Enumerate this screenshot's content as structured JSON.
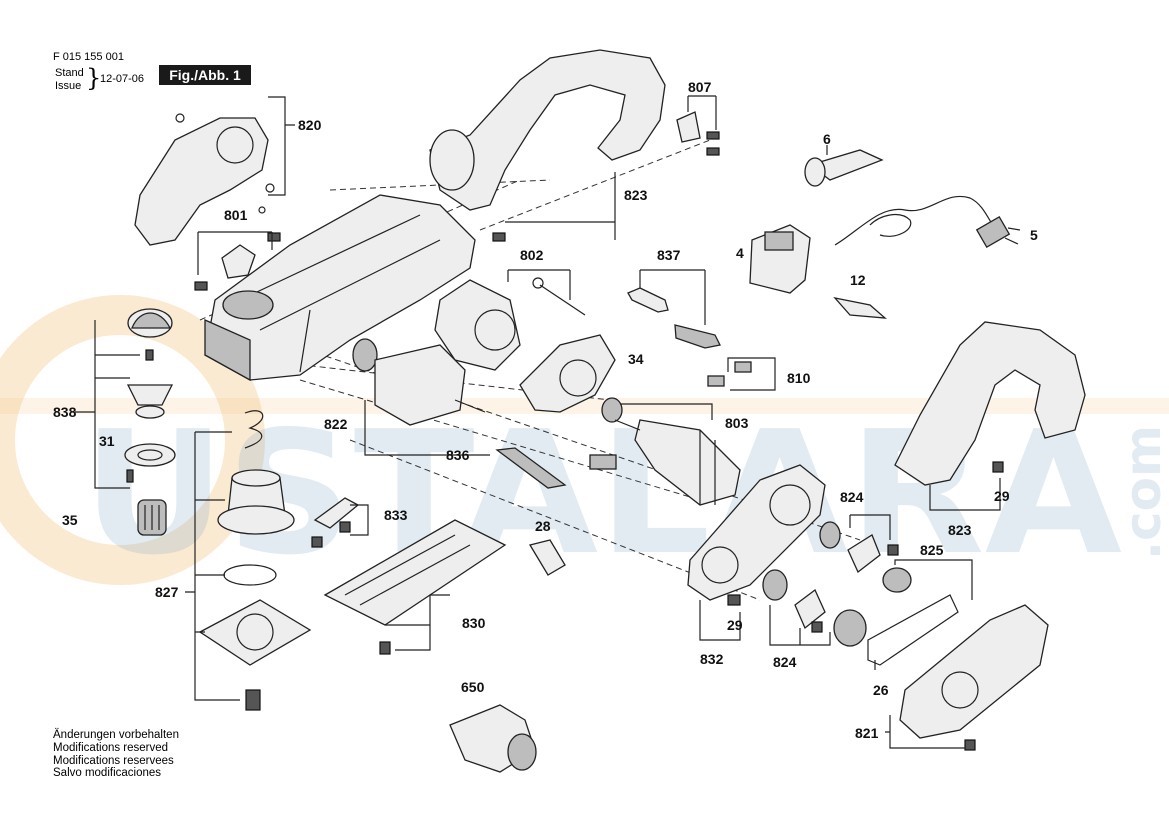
{
  "header": {
    "doc_number": "F 015 155 001",
    "stand_label": "Stand",
    "issue_label": "Issue",
    "brace": "}",
    "date": "12-07-06",
    "figure": "Fig./Abb. 1"
  },
  "notes": [
    "Änderungen vorbehalten",
    "Modifications reserved",
    "Modifications reservees",
    "Salvo modificaciones"
  ],
  "watermark": {
    "text": "USTALARA",
    "domain": ".com",
    "color": "#7fa6c9",
    "circle_color": "#f2c27a"
  },
  "labels": {
    "p820": "820",
    "p823a": "823",
    "p807": "807",
    "p6": "6",
    "p801": "801",
    "p5": "5",
    "p4": "4",
    "p802": "802",
    "p837": "837",
    "p12": "12",
    "p34": "34",
    "p810": "810",
    "p838": "838",
    "p803": "803",
    "p822": "822",
    "p31": "31",
    "p836": "836",
    "p824a": "824",
    "p29a": "29",
    "p833": "833",
    "p35": "35",
    "p28": "28",
    "p823b": "823",
    "p825": "825",
    "p827": "827",
    "p830": "830",
    "p29b": "29",
    "p832": "832",
    "p824b": "824",
    "p26": "26",
    "p650": "650",
    "p821": "821"
  }
}
